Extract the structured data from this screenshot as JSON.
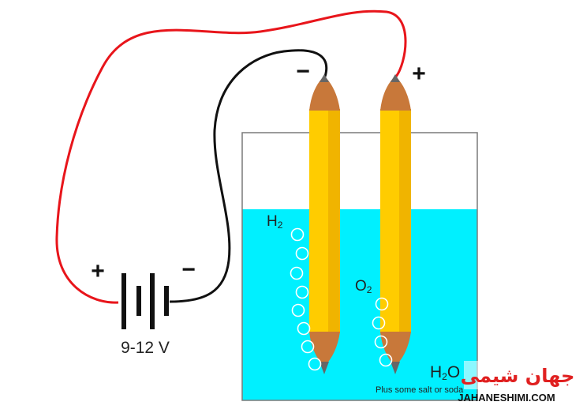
{
  "battery": {
    "voltage_label": "9-12 V",
    "plus_sign": "+",
    "minus_sign": "−"
  },
  "electrodes": {
    "cathode_sign": "−",
    "anode_sign": "+"
  },
  "labels": {
    "h2_main": "H",
    "h2_sub": "2",
    "o2_main": "O",
    "o2_sub": "2",
    "water_main": "H",
    "water_sub": "2",
    "water_tail": "O",
    "salt_note": "Plus some salt or soda"
  },
  "watermark": {
    "arabic": "جهان شیمی",
    "latin": "JAHANESHIMI.COM"
  },
  "colors": {
    "water": "#00f0ff",
    "pencil_body": "#ffcc00",
    "pencil_wood": "#c8783a",
    "graphite": "#666666",
    "wire_positive": "#e8151b",
    "wire_negative": "#111111",
    "container_edge": "#7a7a7a"
  }
}
